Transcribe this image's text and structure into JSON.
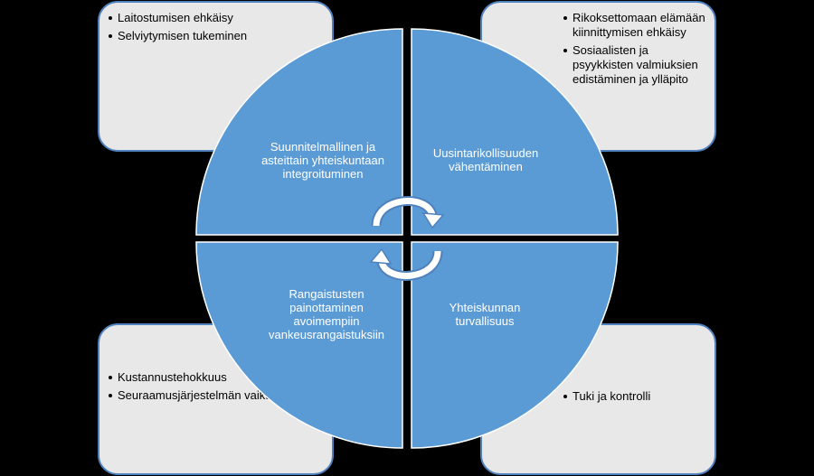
{
  "boxes": {
    "top_left": [
      "Laitostumisen ehkäisy",
      "Selviytymisen tukeminen"
    ],
    "top_right": [
      "Rikoksettomaan elämään kiinnittymisen ehkäisy",
      "Sosiaalisten ja psyykkisten valmiuksien edistäminen ja ylläpito"
    ],
    "bottom_left": [
      "Kustannustehokkuus",
      "Seuraamusjärjestelmän vaikuttavuus"
    ],
    "bottom_right": [
      "Tuki ja kontrolli"
    ]
  },
  "quadrants": {
    "top_left": "Suunnitelmallinen ja asteittain yhteiskuntaan integroituminen",
    "top_right": "Uusintarikollisuuden vähentäminen",
    "bottom_left": "Rangaistusten painottaminen avoimempiin vankeusrangaistuksiin",
    "bottom_right": "Yhteiskunnan turvallisuus"
  },
  "colors": {
    "background": "#000000",
    "quadrant_fill": "#5b9bd5",
    "box_fill": "#e8e8e8",
    "box_border": "#4f81bd",
    "arrow_fill": "#ffffff"
  },
  "icons": [
    "circular-arrow-icon"
  ]
}
